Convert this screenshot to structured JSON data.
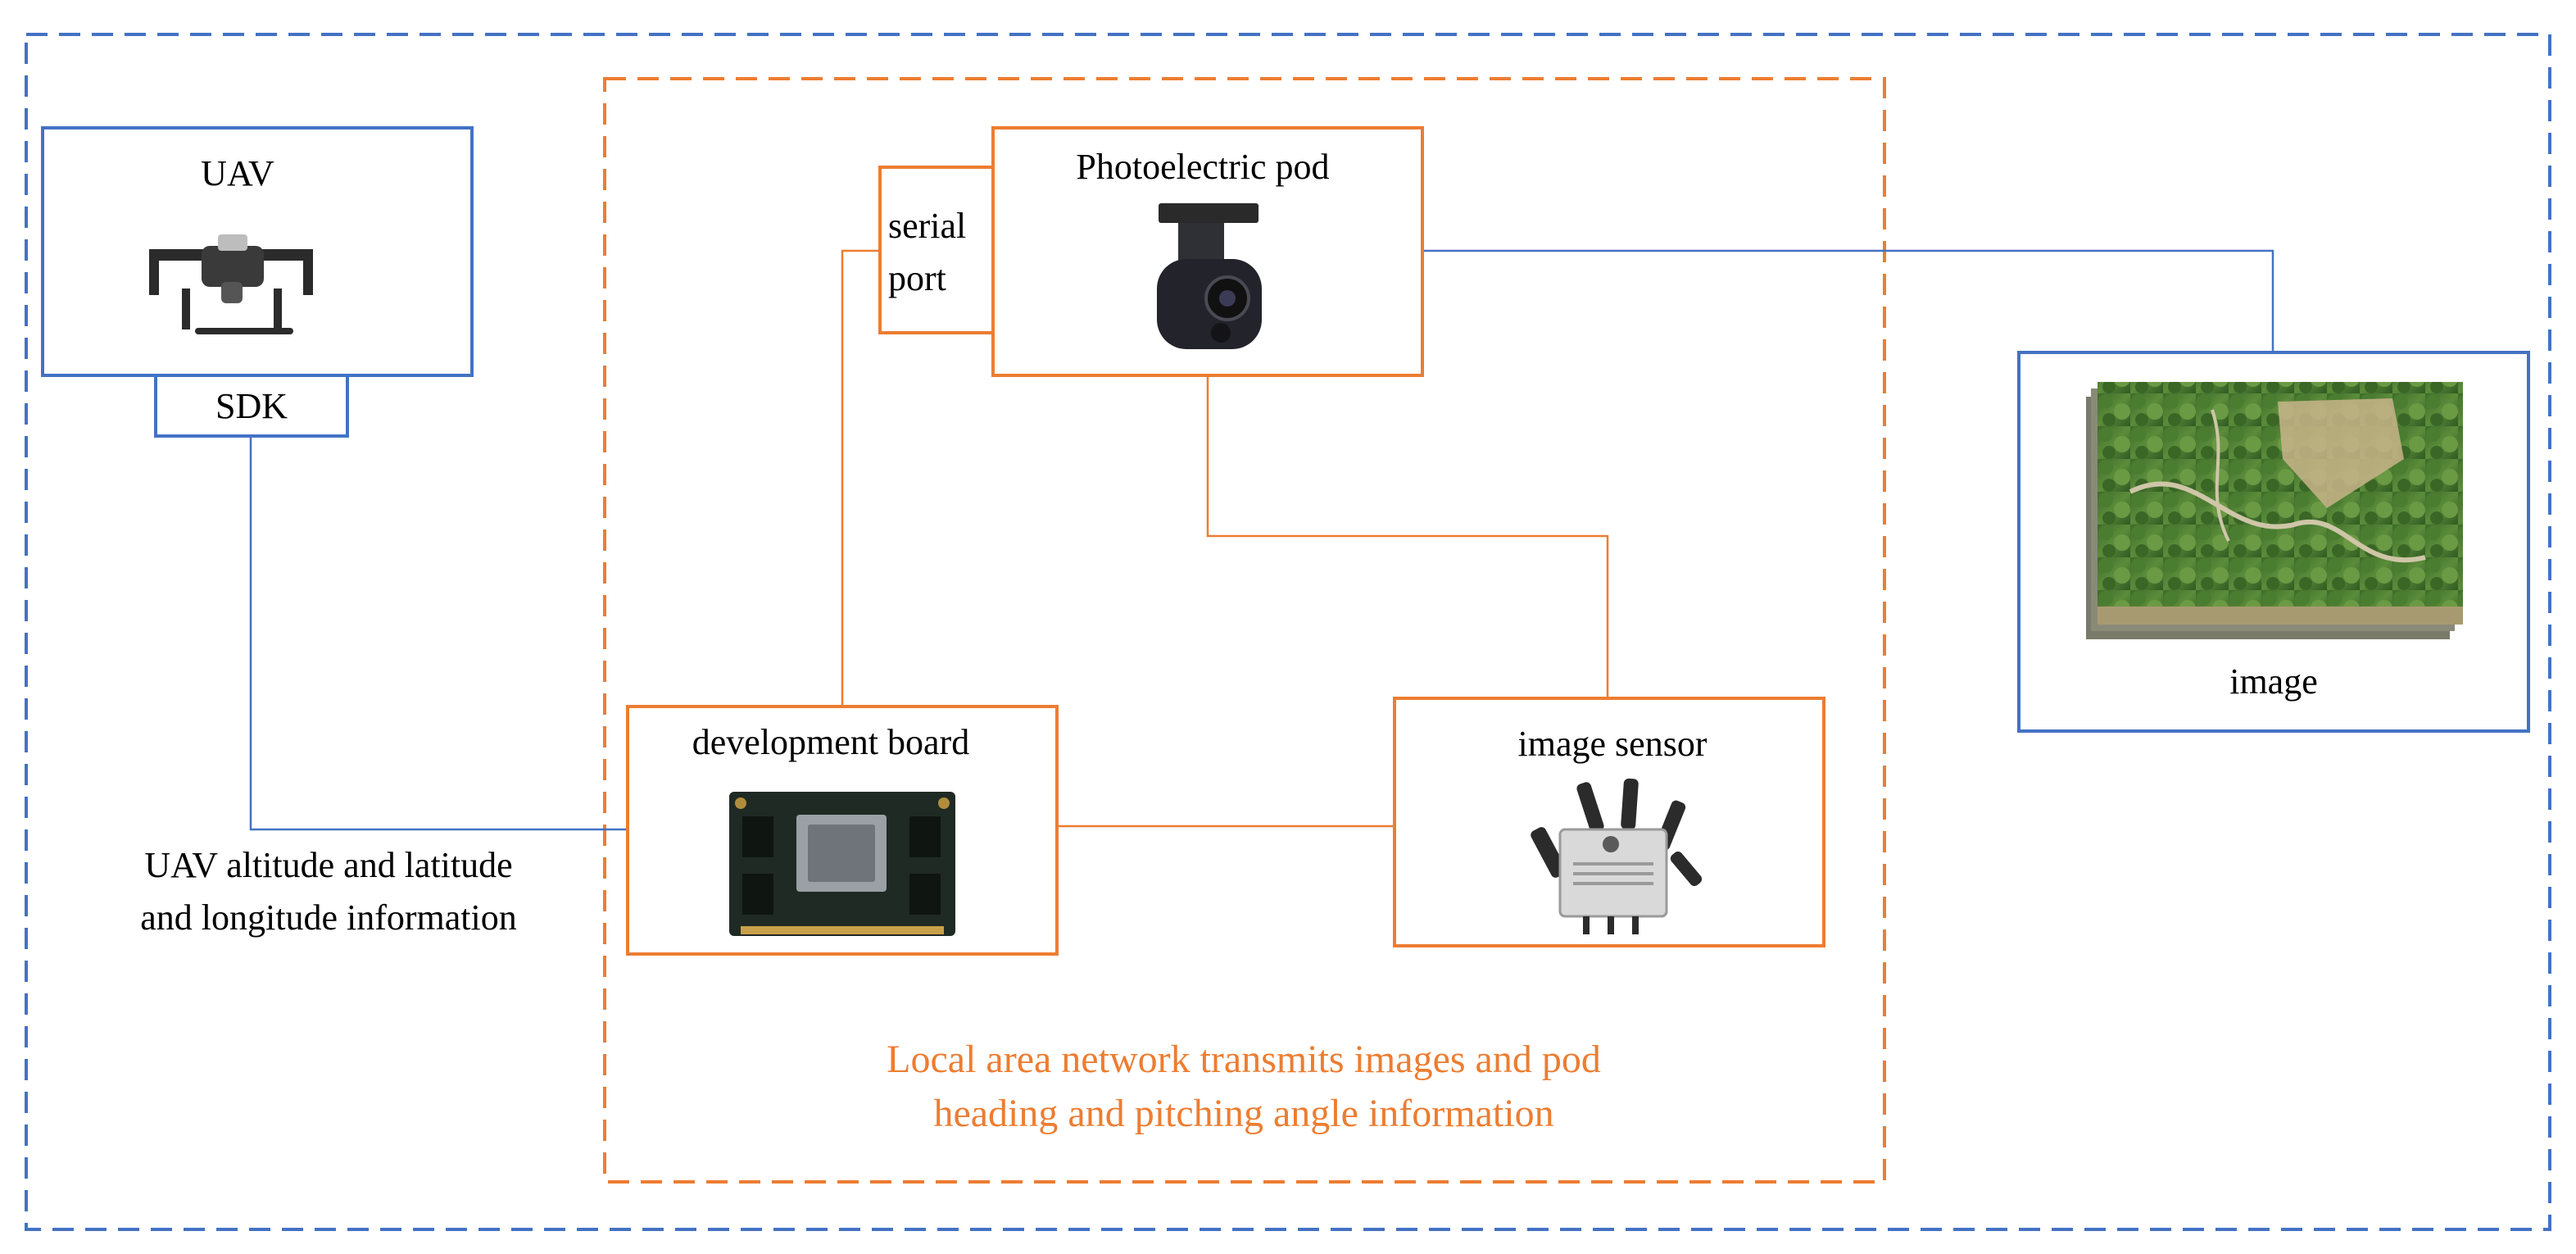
{
  "labels": {
    "uav": "UAV",
    "sdk": "SDK",
    "serial_line1": "serial",
    "serial_line2": "port",
    "pod": "Photoelectric pod",
    "dev_board": "development board",
    "image_sensor": "image sensor",
    "image": "image",
    "uav_info_line1": "UAV altitude and latitude",
    "uav_info_line2": "and longitude information",
    "lan_line1": "Local area network transmits images and pod",
    "lan_line2": "heading and pitching angle information"
  },
  "icons": {
    "uav": "drone-icon",
    "pod": "gimbal-camera-icon",
    "dev_board": "circuit-board-icon",
    "image_sensor": "antenna-transmitter-icon",
    "image": "aerial-photo-stack-icon"
  },
  "colors": {
    "blue": "#4472c4",
    "orange": "#ed7d31",
    "text": "#000000"
  }
}
